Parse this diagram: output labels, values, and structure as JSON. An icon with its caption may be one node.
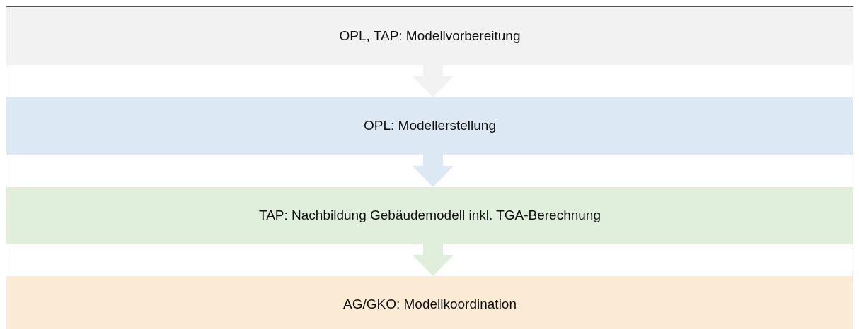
{
  "diagram": {
    "nodes": [
      {
        "text": [
          "OPL, TAP: Modellvorbereitung"
        ]
      },
      {
        "text": [
          "OPL: Modellerstellung"
        ]
      },
      {
        "text": [
          "TAP: Nachbildung Gebäudemodell inkl. TGA-Berechnung"
        ]
      },
      {
        "text": [
          "AG/GKO: Modellkoordination"
        ]
      }
    ],
    "edges": [
      {
        "from": 0,
        "to": 1,
        "arrow": "to",
        "color": "#f2f2f2"
      },
      {
        "from": 1,
        "to": 2,
        "arrow": "to",
        "color": "#dde8f5"
      },
      {
        "from": 2,
        "to": 3,
        "arrow": "to",
        "color": "#dfefdb"
      }
    ]
  }
}
